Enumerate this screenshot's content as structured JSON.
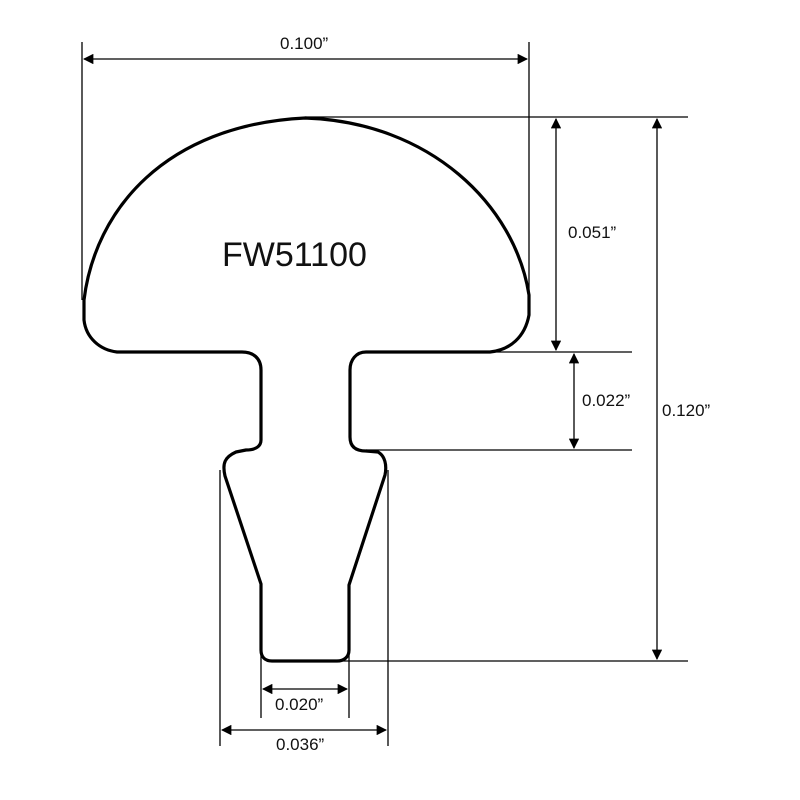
{
  "diagram": {
    "model": "FW51100",
    "dimensions": {
      "width": "0.100”",
      "crown_height": "0.051”",
      "tang_height": "0.022”",
      "total_height": "0.120”",
      "tang_width": "0.020”",
      "barb_width": "0.036”"
    }
  }
}
